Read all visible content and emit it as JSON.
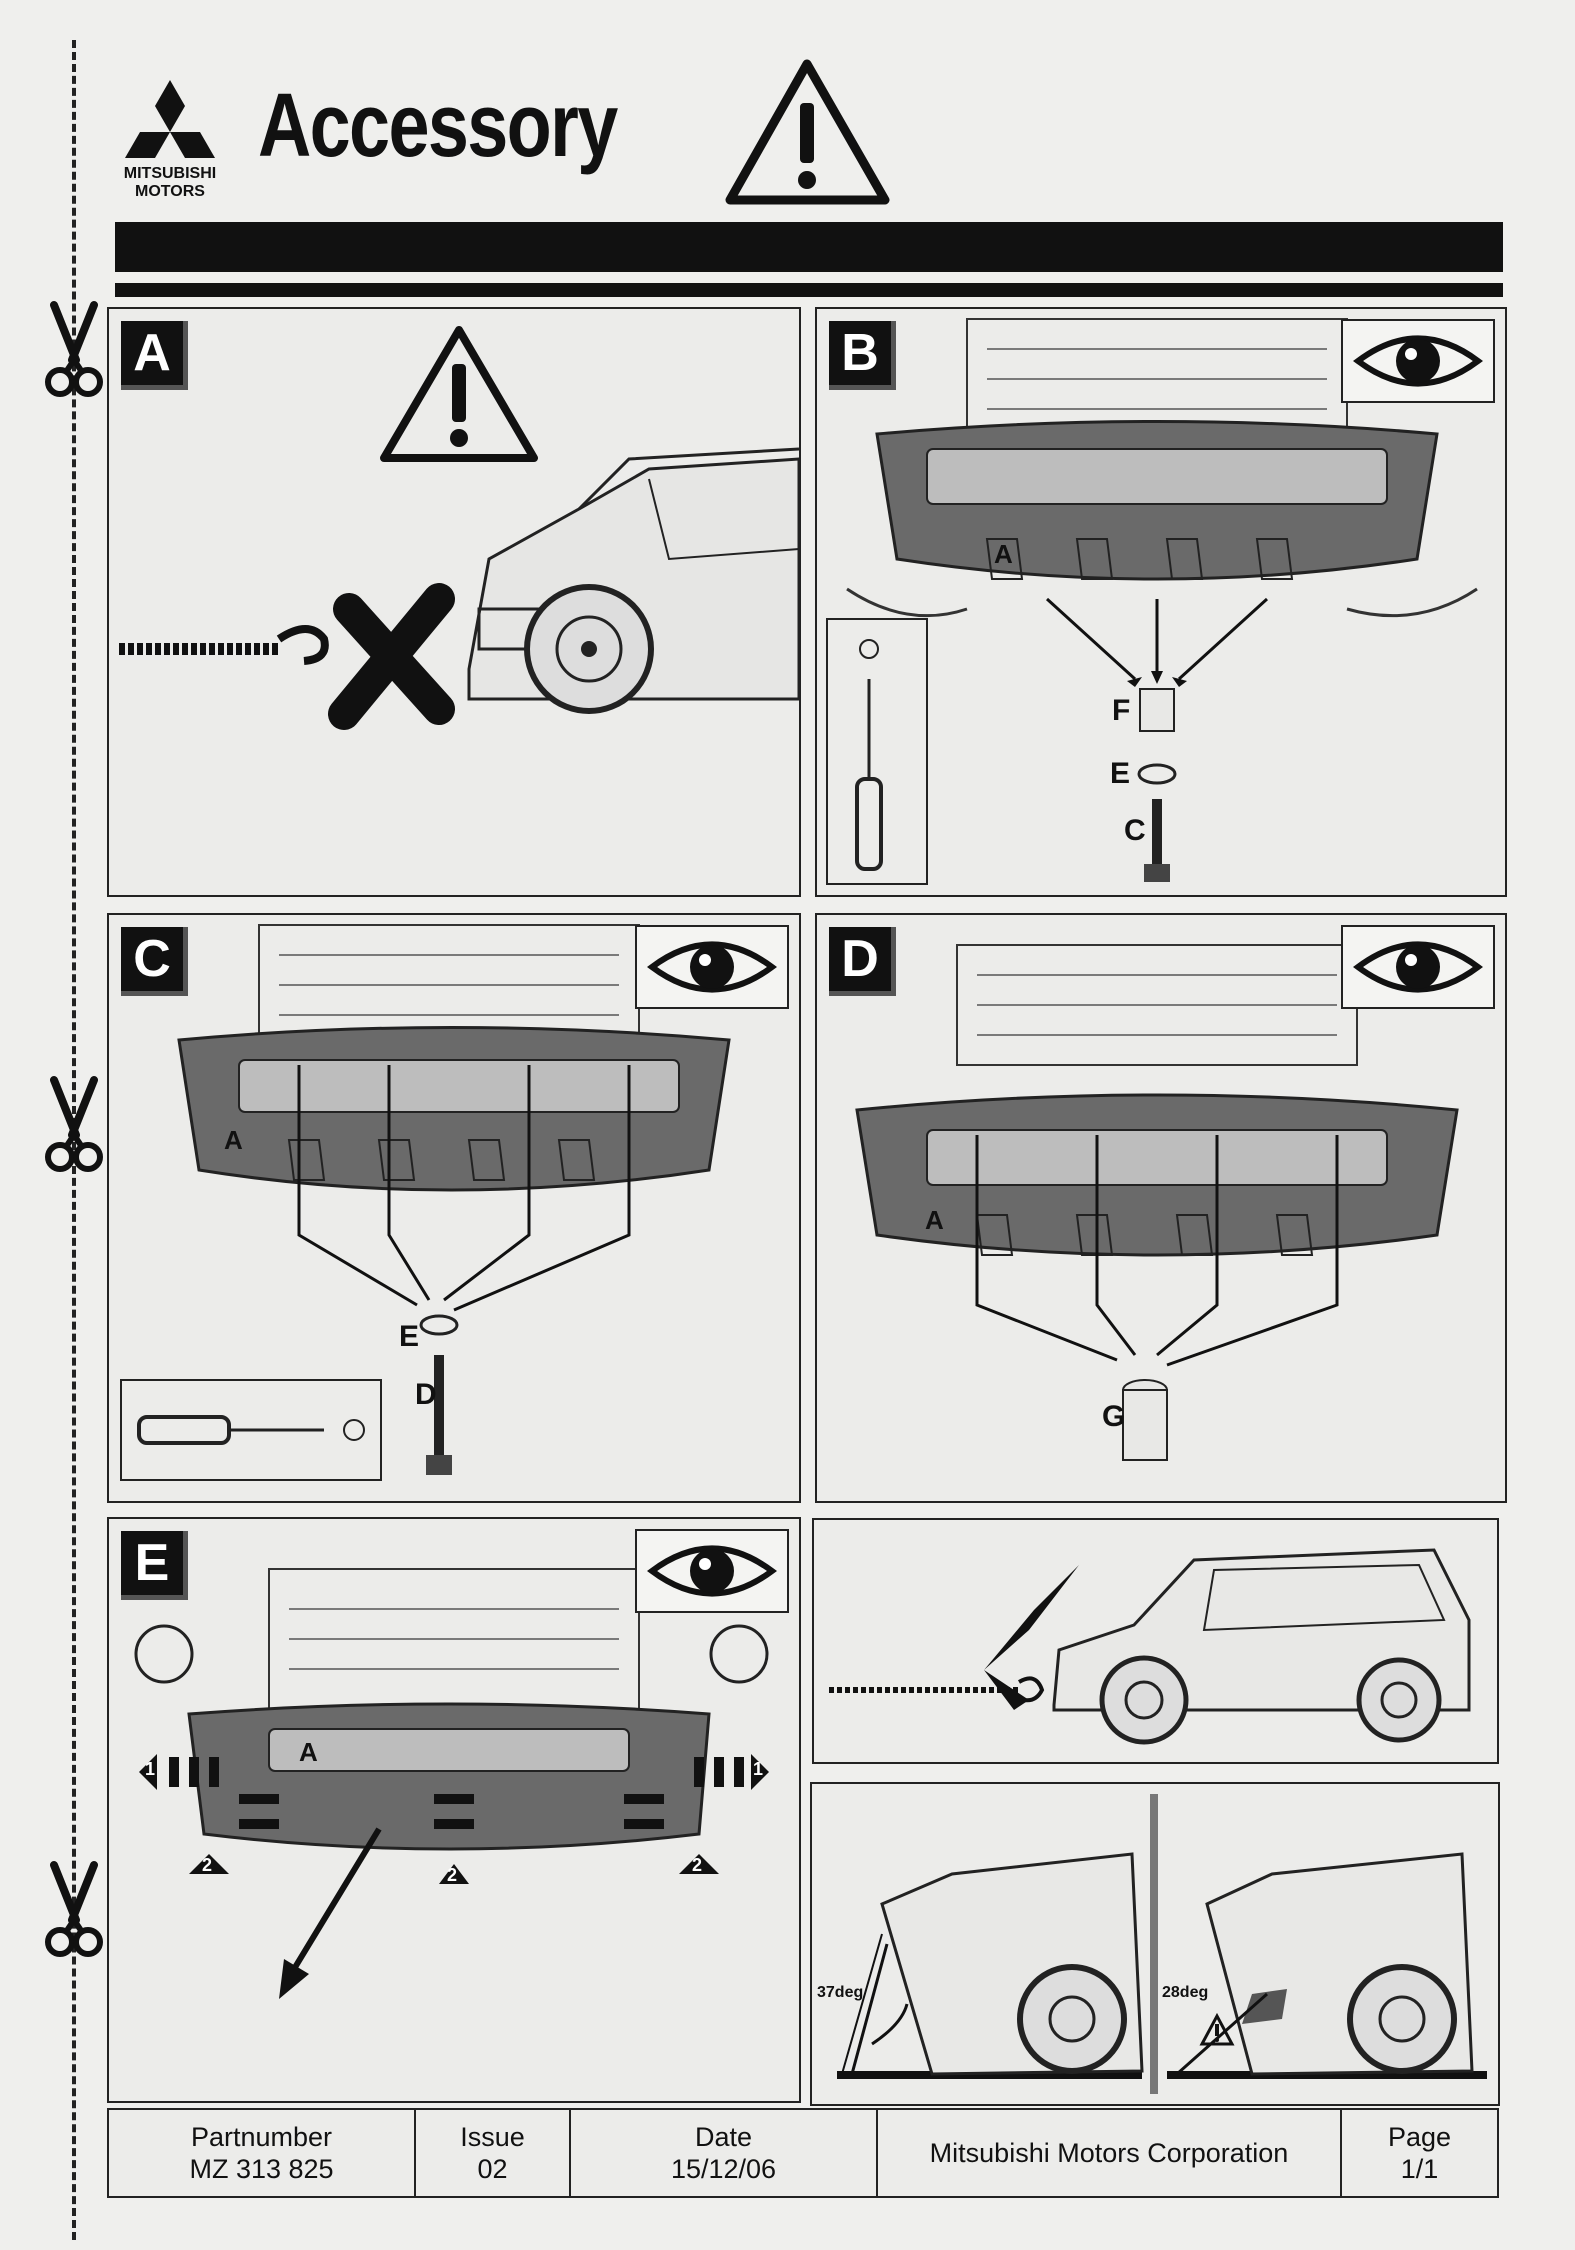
{
  "header": {
    "brand_line1": "MITSUBISHI",
    "brand_line2": "MOTORS",
    "title": "Accessory"
  },
  "panels": {
    "a": {
      "label": "A"
    },
    "b": {
      "label": "B",
      "parts": {
        "bumper": "A",
        "f": "F",
        "e": "E",
        "c": "C"
      }
    },
    "c": {
      "label": "C",
      "parts": {
        "bumper": "A",
        "e": "E",
        "d": "D"
      }
    },
    "d": {
      "label": "D",
      "parts": {
        "bumper": "A",
        "g": "G"
      }
    },
    "e": {
      "label": "E",
      "parts": {
        "bumper": "A",
        "step1": "1",
        "step2": "2"
      }
    },
    "angles": {
      "left": "37deg",
      "right": "28deg"
    }
  },
  "footer": {
    "partnumber_label": "Partnumber",
    "partnumber_value": "MZ 313 825",
    "issue_label": "Issue",
    "issue_value": "02",
    "date_label": "Date",
    "date_value": "15/12/06",
    "company": "Mitsubishi Motors Corporation",
    "page_label": "Page",
    "page_value": "1/1"
  }
}
